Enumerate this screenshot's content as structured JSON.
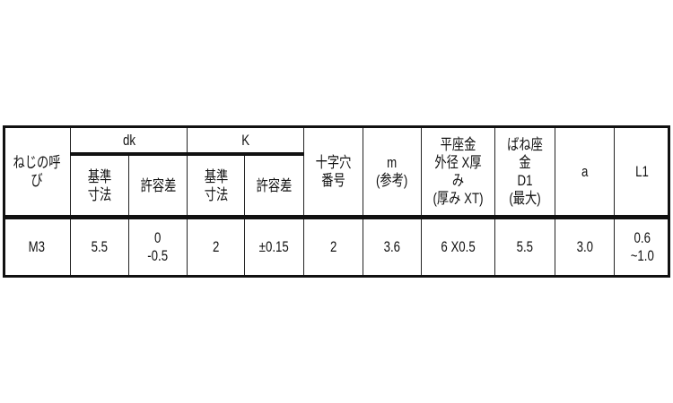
{
  "table": {
    "headers": {
      "thread": "ねじの呼び",
      "dk": "dk",
      "k": "K",
      "dk_basic": "基準\n寸法",
      "dk_tol": "許容差",
      "k_basic": "基準\n寸法",
      "k_tol": "許容差",
      "cross_recess": "十字穴\n番号",
      "m": "m\n(参考)",
      "flat_washer": "平座金\n外径 X厚み\n(厚み XT)",
      "spring_washer": "ばね座金\nD1\n(最大)",
      "a": "a",
      "l1": "L1"
    },
    "row": {
      "thread": "M3",
      "dk_basic": "5.5",
      "dk_tol": "0\n-0.5",
      "k_basic": "2",
      "k_tol": "±0.15",
      "cross_recess": "2",
      "m": "3.6",
      "flat_washer": "6 X0.5",
      "spring_washer": "5.5",
      "a": "3.0",
      "l1": "0.6\n~1.0"
    }
  }
}
